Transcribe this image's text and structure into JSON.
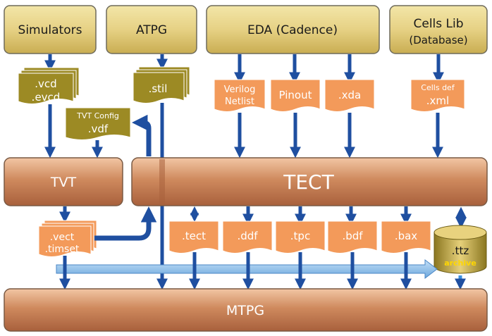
{
  "sources": {
    "simulators": "Simulators",
    "atpg": "ATPG",
    "eda": "EDA (Cadence)",
    "cells_lib_line1": "Cells Lib",
    "cells_lib_line2": "(Database)"
  },
  "docs": {
    "vcd_line1": ".vcd",
    "vcd_line2": ".evcd",
    "stil": ".stil",
    "tvt_config_line1": "TVT Config",
    "tvt_config_line2": ".vdf",
    "verilog_line1": "Verilog",
    "verilog_line2": "Netlist",
    "pinout": "Pinout",
    "xda": ".xda",
    "cells_def_line1": "Cells def",
    "cells_def_line2": ".xml",
    "vect_line1": ".vect",
    "vect_line2": ".timset",
    "tect": ".tect",
    "ddf": ".ddf",
    "tpc": ".tpc",
    "bdf": ".bdf",
    "bax": ".bax",
    "ttz": ".ttz",
    "archive": "archive"
  },
  "bars": {
    "tvt": "TVT",
    "tect": "TECT",
    "mtpg": "MTPG"
  },
  "colors": {
    "tan_box": "#e3cf7d",
    "olive_doc": "#9c8a24",
    "orange_doc": "#f39a5a",
    "bar": "#c9835c",
    "arrow_blue": "#1f4fa0",
    "light_blue_arrow": "#8ec2ee"
  }
}
